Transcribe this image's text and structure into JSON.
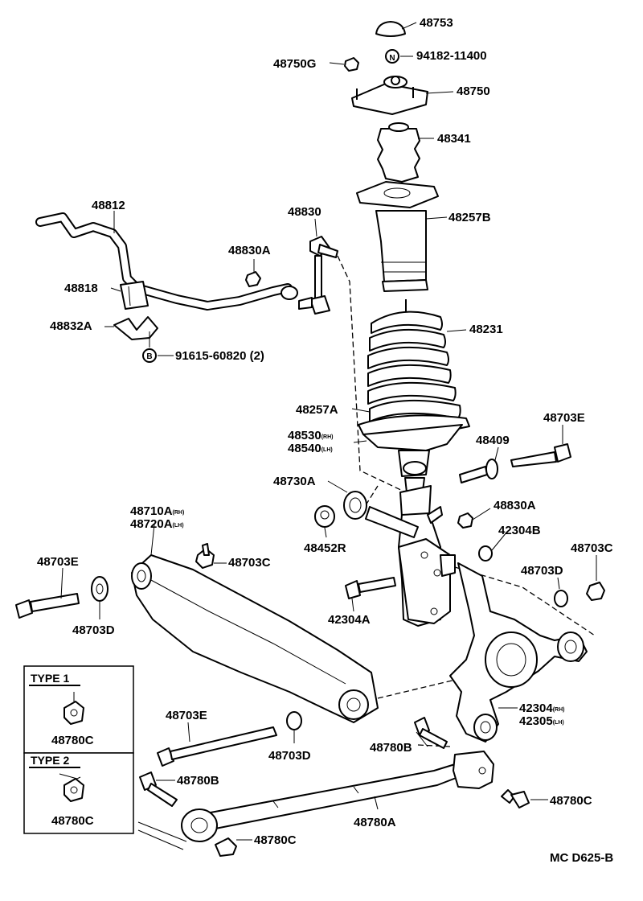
{
  "parts": {
    "p48753": "48753",
    "p48750g": "48750G",
    "p94182": "94182-11400",
    "p48750": "48750",
    "p48341": "48341",
    "p48257b": "48257B",
    "p48812": "48812",
    "p48830": "48830",
    "p48830a_top": "48830A",
    "p48818": "48818",
    "p48832a": "48832A",
    "p91615": "91615-60820 (2)",
    "p48231": "48231",
    "p48257a": "48257A",
    "p48530": "48530",
    "p48540": "48540",
    "p48703e_right": "48703E",
    "p48409": "48409",
    "p48730a": "48730A",
    "p48830a_low": "48830A",
    "p48452r": "48452R",
    "p42304b": "42304B",
    "p48710a": "48710A",
    "p48720a": "48720A",
    "p48703c_mid": "48703C",
    "p48703c_right": "48703C",
    "p48703e_left": "48703E",
    "p48703d_left": "48703D",
    "p48703d_right": "48703D",
    "p42304a": "42304A",
    "p42304": "42304",
    "p42305": "42305",
    "p48703e_low": "48703E",
    "p48703d_low": "48703D",
    "p48780b_right": "48780B",
    "p48780b_left": "48780B",
    "p48780a": "48780A",
    "p48780c_right": "48780C",
    "p48780c_bottom": "48780C"
  },
  "side": {
    "rh": "(RH)",
    "lh": "(LH)"
  },
  "symbols": {
    "n": "N",
    "b": "B"
  },
  "types": {
    "type1_title": "TYPE 1",
    "type1_part": "48780C",
    "type2_title": "TYPE 2",
    "type2_part": "48780C"
  },
  "footer_code": "MC  D625-B"
}
